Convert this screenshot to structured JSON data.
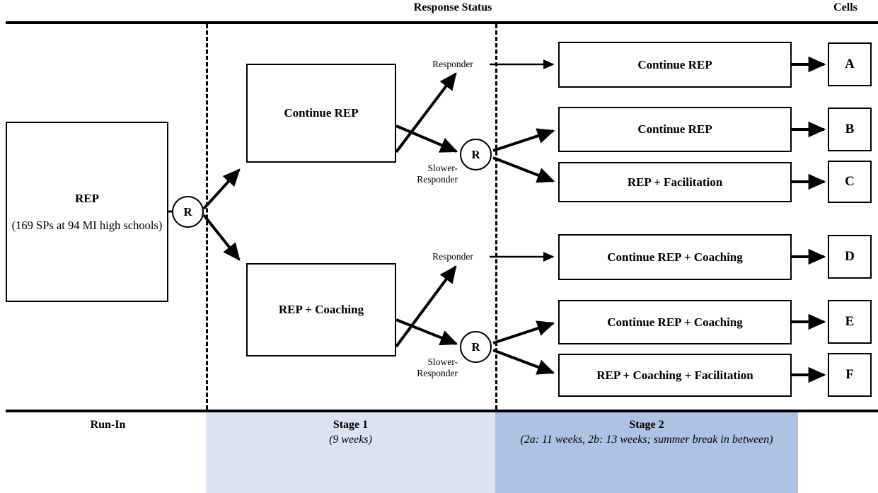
{
  "header": {
    "response_status": "Response Status",
    "cells": "Cells"
  },
  "run_in": {
    "title": "REP",
    "detail": "(169 SPs at 94 MI high schools)"
  },
  "randomization": {
    "symbol": "R"
  },
  "stage1": [
    {
      "label": "Continue REP"
    },
    {
      "label": "REP + Coaching"
    }
  ],
  "response_labels": {
    "responder": "Responder",
    "slower_line1": "Slower-",
    "slower_line2": "Responder"
  },
  "stage2": [
    {
      "label": "Continue REP",
      "cell": "A"
    },
    {
      "label": "Continue REP",
      "cell": "B"
    },
    {
      "label": "REP + Facilitation",
      "cell": "C"
    },
    {
      "label": "Continue REP + Coaching",
      "cell": "D"
    },
    {
      "label": "Continue REP + Coaching",
      "cell": "E"
    },
    {
      "label": "REP + Coaching + Facilitation",
      "cell": "F"
    }
  ],
  "bands": [
    {
      "title": "Run-In",
      "subtitle": "",
      "color": "#ffffff"
    },
    {
      "title": "Stage 1",
      "subtitle": "(9 weeks)",
      "color": "#dbe3f2"
    },
    {
      "title": "Stage 2",
      "subtitle": "(2a: 11 weeks, 2b: 13 weeks; summer break in between)",
      "color": "#aec2e3"
    }
  ]
}
